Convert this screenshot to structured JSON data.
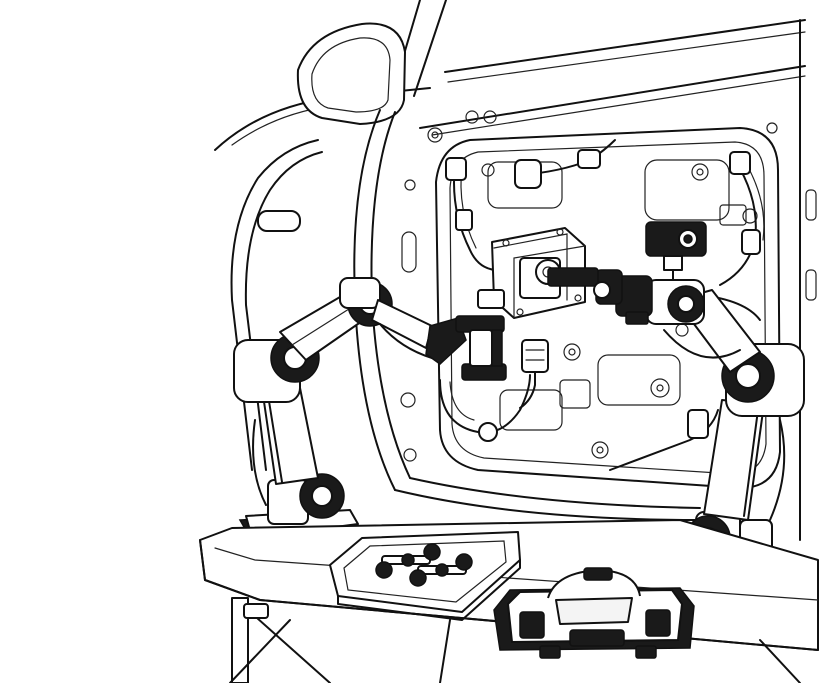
{
  "scene": {
    "kind": "line-art illustration",
    "subject_icons": [
      "car-door-panel",
      "robot-arm-left",
      "robot-arm-right",
      "door-module",
      "parts-tray",
      "tool-case",
      "workbench"
    ],
    "colors": {
      "line": "#111111",
      "fill": "#ffffff",
      "shade": "#1a1a1a"
    }
  }
}
